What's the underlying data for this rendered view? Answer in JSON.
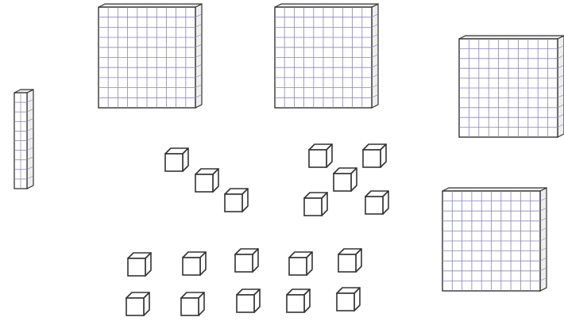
{
  "blocks": {
    "flats": [
      {
        "id": "flat-1"
      },
      {
        "id": "flat-2"
      },
      {
        "id": "flat-3"
      },
      {
        "id": "flat-4"
      }
    ],
    "rods": [
      {
        "id": "rod-1"
      }
    ],
    "unit_groups": [
      {
        "id": "units-diagonal",
        "count": 3
      },
      {
        "id": "units-scatter",
        "count": 5
      },
      {
        "id": "units-rows",
        "count": 10
      }
    ]
  },
  "style": {
    "outline_color": "#333333",
    "grid_color": "#8a86b8",
    "face_color": "#ffffff",
    "shade_color": "#eeeeee"
  }
}
